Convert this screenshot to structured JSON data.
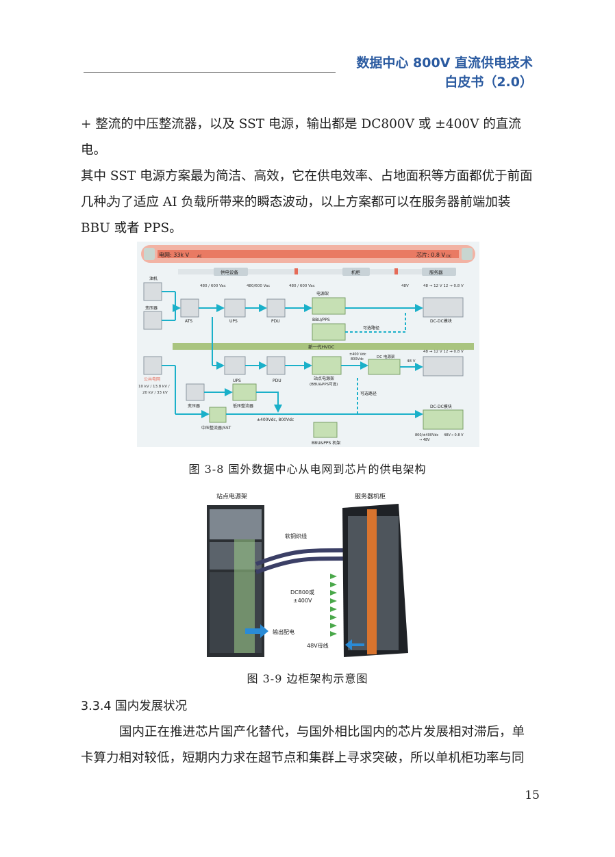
{
  "header": {
    "title_line1": "数据中心 800V 直流供电技术",
    "title_line2": "白皮书（2.0）"
  },
  "paragraphs": {
    "p1_line1": "+ 整流的中压整流器，以及 SST 电源，输出都是 DC800V 或 ±400V 的直流电。",
    "p1_line2": "其中 SST 电源方案最为简洁、高效，它在供电效率、占地面积等方面都优于前面",
    "p1_line3": "几种。",
    "p2_line1": "为了适应 AI 负载所带来的瞬态波动，以上方案都可以在服务器前端加装",
    "p2_line2": "BBU 或者 PPS。",
    "p3_line1": "国内正在推进芯片国产化替代，与国外相比国内的芯片发展相对滞后，单",
    "p3_line2": "卡算力相对较低，短期内力求在超节点和集群上寻求突破，所以单机柜功率与同"
  },
  "figure1": {
    "caption": "图 3-8 国外数据中心从电网到芯片的供电架构",
    "grid_label": "电网: 33k V",
    "grid_sub": "AC",
    "chip_label": "芯片: 0.8 V",
    "chip_sub": "DC",
    "sec_supply": "供电设备",
    "sec_rack": "机柜",
    "sec_server": "服务器",
    "v1": "480 / 600 Vac",
    "v2": "480/600 Vac",
    "v3": "480 / 600 Vac",
    "v4": "48V",
    "v5": "48 → 12 V  12 → 0.8 V",
    "v6": "48 → 12 V  12 → 0.8 V",
    "generator": "油机",
    "transformer1": "变压器",
    "ats": "ATS",
    "ups1": "UPS",
    "pdu1": "PDU",
    "power_shelf": "电源架",
    "bbu_pps": "BBU/PPS",
    "optional1": "可选路径",
    "dcdc1": "DC-DC模块",
    "hvdc": "新一代HVDC",
    "public_grid": "公共电网",
    "grid_voltages": "10 kV / 13.8 kV /",
    "grid_voltages2": "20 kV / 33 kV",
    "ups2": "UPS",
    "pdu2": "PDU",
    "site_rack": "站点电源架",
    "site_rack_sub": "(BBU&PPS可选)",
    "dc_out": "±400 Vdc",
    "dc_out2": "800Vdc",
    "dc_shelf": "DC 电源架",
    "v48b": "48 V",
    "optional2": "可选路径",
    "transformer2": "变压器",
    "lv_rect": "低压整流器",
    "mv_rect": "中压整流器/SST",
    "dc_bus": "±400Vdc, 800Vdc",
    "bbu_rack": "BBU&PPS 机架",
    "dcdc2": "DC-DC模块",
    "conv1": "800/±400Vdc",
    "conv1b": "→ 48V",
    "conv2": "48V→ 0.8 V"
  },
  "figure2": {
    "caption": "图 3-9 边柜架构示意图",
    "left_title": "站点电源架",
    "right_title": "服务器机柜",
    "cable": "软铜织线",
    "dc_label1": "DC800或",
    "dc_label2": "±400V",
    "output": "输出配电",
    "busbar": "48V母线"
  },
  "section": {
    "number": "3.3.4",
    "title": "国内发展状况"
  },
  "page_number": "15",
  "colors": {
    "header_blue": "#2a5aa0",
    "arrow_teal": "#1ab0c9",
    "hvdc_green": "#a9c47f",
    "grid_red": "#e56b58",
    "node_green": "#c6e0b4",
    "node_gray": "#d9dde0"
  }
}
